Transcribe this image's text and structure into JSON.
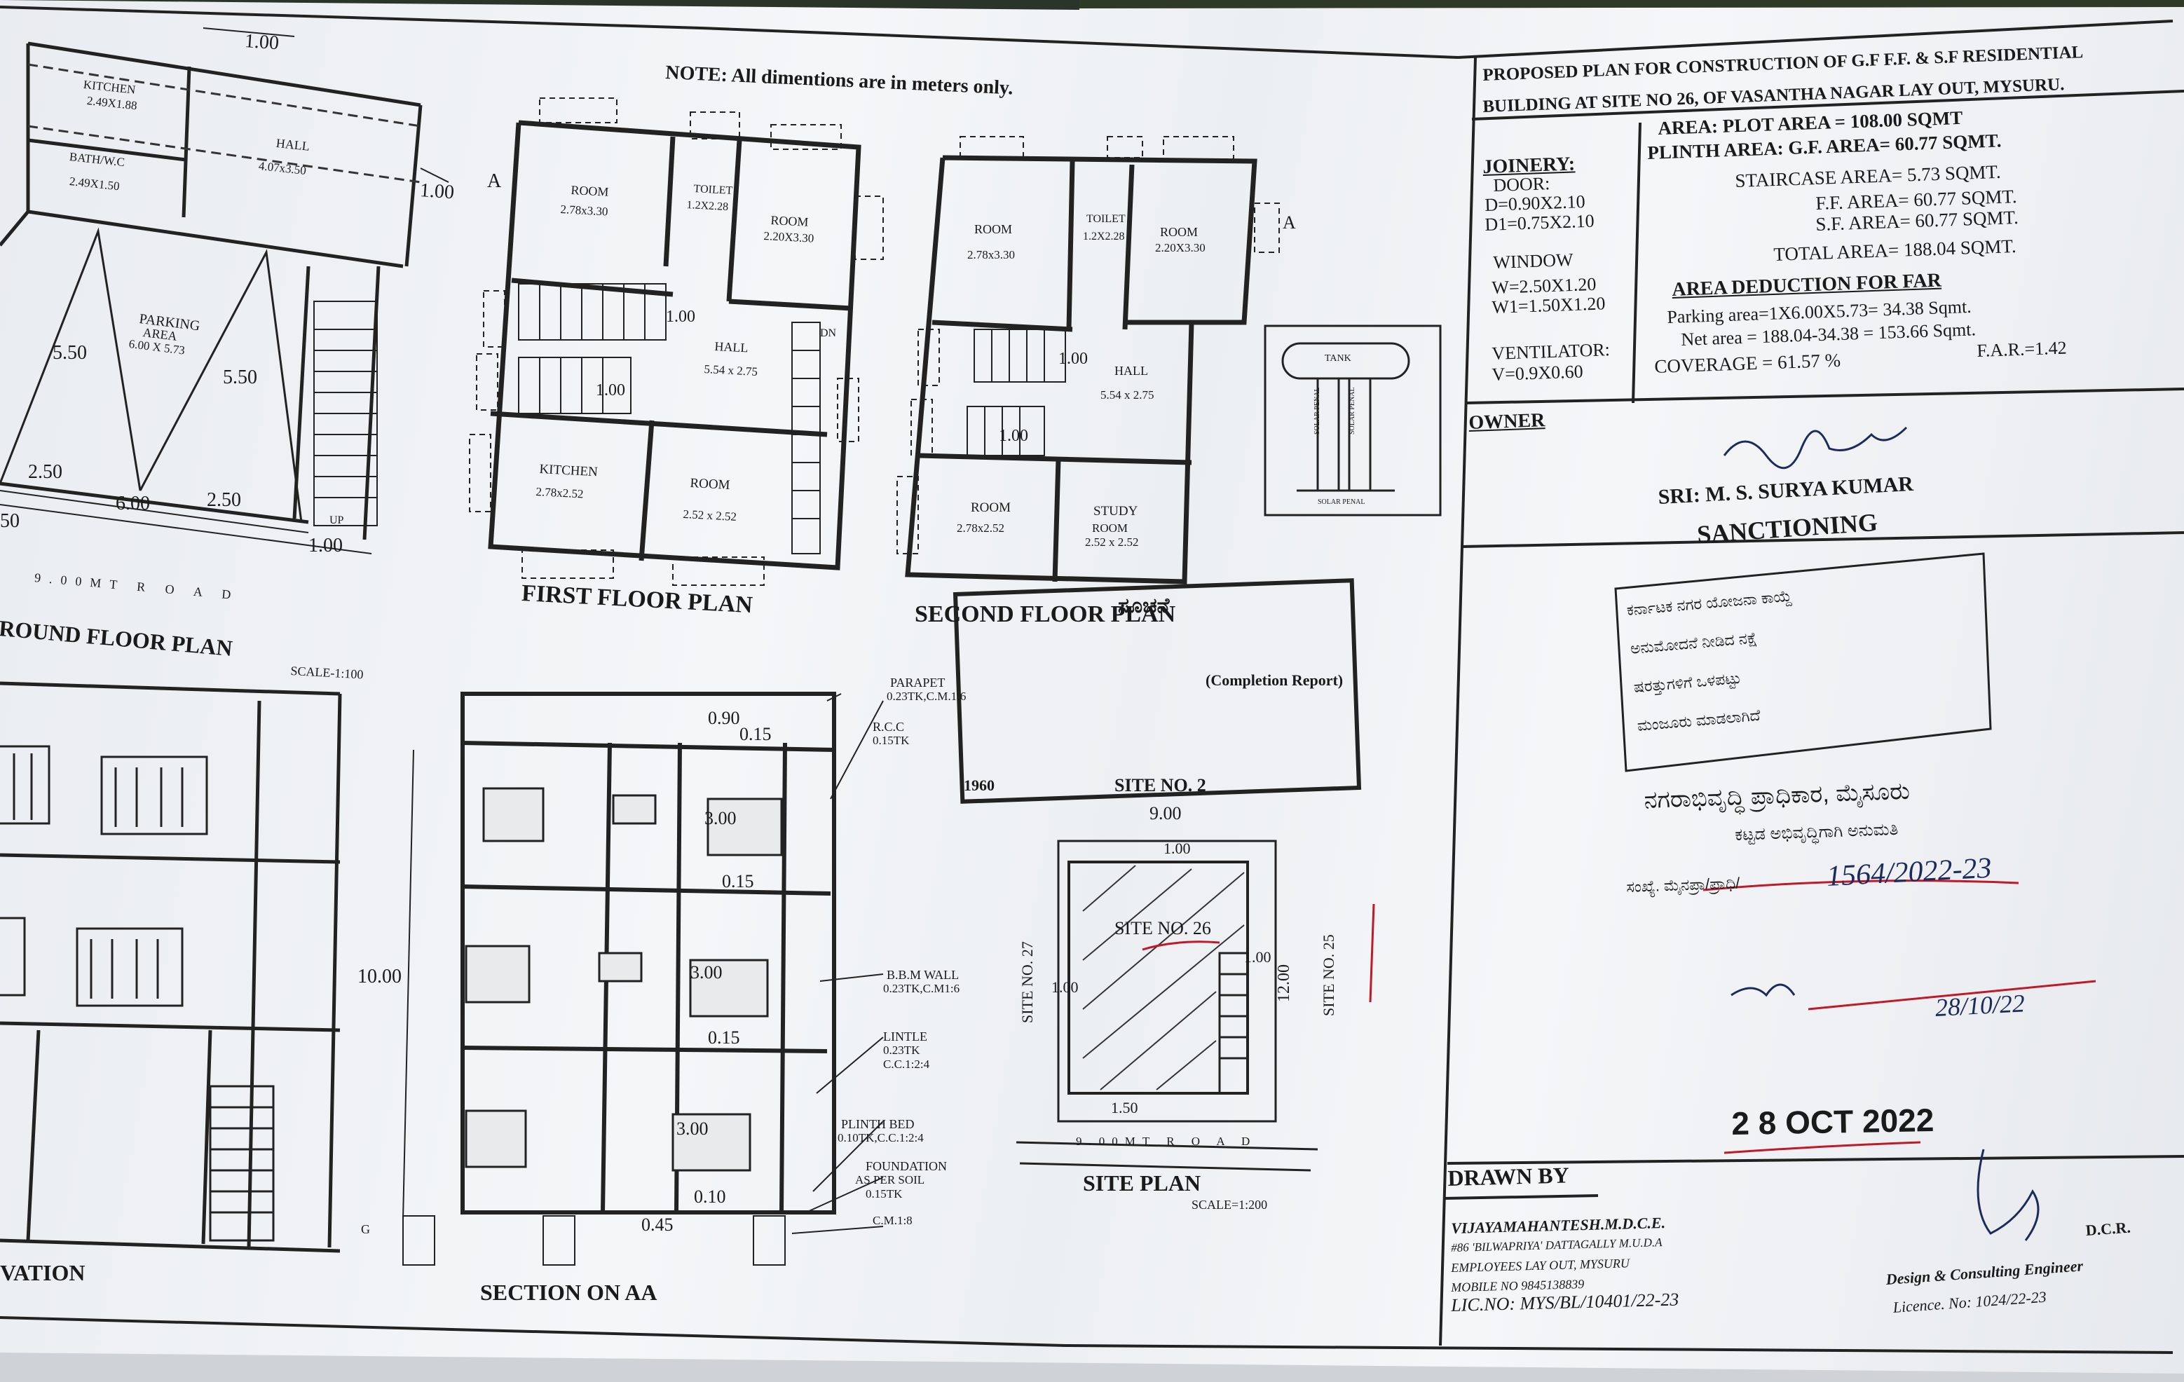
{
  "note": "NOTE: All dimentions are in meters only.",
  "title_block": {
    "title_line1": "PROPOSED PLAN FOR CONSTRUCTION OF G.F F.F. & S.F RESIDENTIAL",
    "title_line2": "BUILDING AT SITE NO 26, OF VASANTHA NAGAR LAY OUT, MYSURU.",
    "joinery_heading": "JOINERY:",
    "door_heading": "DOOR:",
    "door_d": "D=0.90X2.10",
    "door_d1": "D1=0.75X2.10",
    "window_heading": "WINDOW",
    "window_w": "W=2.50X1.20",
    "window_w1": "W1=1.50X1.20",
    "ventilator_heading": "VENTILATOR:",
    "ventilator_v": "V=0.9X0.60",
    "area_line": "AREA: PLOT AREA = 108.00 SQMT",
    "plinth_area": "PLINTH AREA: G.F. AREA= 60.77 SQMT.",
    "staircase_area": "STAIRCASE AREA= 5.73 SQMT.",
    "ff_area": "F.F. AREA= 60.77 SQMT.",
    "sf_area": "S.F. AREA= 60.77 SQMT.",
    "total_area": "TOTAL AREA= 188.04 SQMT.",
    "deduction_heading": "AREA DEDUCTION FOR FAR",
    "parking_area": "Parking area=1X6.00X5.73= 34.38 Sqmt.",
    "net_area": "Net area = 188.04-34.38 = 153.66 Sqmt.",
    "coverage": "COVERAGE = 61.57 %",
    "far": "F.A.R.=1.42",
    "owner_heading": "OWNER",
    "owner_name": "SRI: M. S. SURYA KUMAR",
    "sanctioning_heading": "SANCTIONING",
    "authority_kn": "ನಗರಾಭಿವೃದ್ಧಿ ಪ್ರಾಧಿಕಾರ, ಮೈಸೂರು",
    "permission_kn": "ಕಟ್ಟಡ ಅಭಿವೃದ್ಧಿಗಾಗಿ ಅನುಮತಿ",
    "sanction_no": "1564/2022-23",
    "sanction_no_prefix": "ಸಂಖ್ಯೆ. ಮೈನಪ್ರಾ/ಪ್ರಾಧಿ/",
    "signature_date": "28/10/22",
    "date_stamp": "2 8 OCT 2022",
    "drawn_by_heading": "DRAWN BY",
    "architect_name": "VIJAYAMAHANTESH.M.D.C.E.",
    "architect_addr1": "#86 'BILWAPRIYA' DATTAGALLY M.U.D.A",
    "architect_addr2": "EMPLOYEES LAY OUT, MYSURU",
    "architect_mobile": "MOBILE NO 9845138839",
    "licence_no": "LIC.NO: MYS/BL/10401/22-23",
    "consultant_line1": "Design & Consulting Engineer",
    "consultant_line2": "D.C.R.",
    "consultant_licence": "Licence. No: 1024/22-23"
  },
  "ground_floor": {
    "label": "ROUND FLOOR PLAN",
    "scale": "SCALE-1:100",
    "kitchen": "KITCHEN",
    "kitchen_dim": "2.49X1.88",
    "bath": "BATH/W.C",
    "bath_dim": "2.49X1.50",
    "hall": "HALL",
    "hall_dim": "4.07x3.50",
    "parking": "PARKING",
    "parking_area": "AREA",
    "parking_dim": "6.00 X 5.73",
    "dim_100_top": "1.00",
    "dim_100_side": "1.00",
    "dim_550_left": "5.50",
    "dim_550_right": "5.50",
    "dim_250_left": "2.50",
    "dim_250_right": "2.50",
    "dim_600": "6.00",
    "dim_50": "50",
    "dim_100_bottom": "1.00",
    "road": "9.00MT R O A D",
    "up": "UP"
  },
  "first_floor": {
    "label": "FIRST FLOOR PLAN",
    "room1": "ROOM",
    "room1_dim": "2.78x3.30",
    "toilet": "TOILET",
    "toilet_dim": "1.2X2.28",
    "room2": "ROOM",
    "room2_dim": "2.20X3.30",
    "hall": "HALL",
    "hall_dim": "5.54 x 2.75",
    "kitchen": "KITCHEN",
    "kitchen_dim": "2.78x2.52",
    "room3": "ROOM",
    "room3_dim": "2.52 x 2.52",
    "dim_100a": "1.00",
    "dim_100b": "1.00",
    "dn": "DN",
    "a": "A"
  },
  "second_floor": {
    "label": "SECOND FLOOR PLAN",
    "room1": "ROOM",
    "room1_dim": "2.78x3.30",
    "toilet": "TOILET",
    "toilet_dim": "1.2X2.28",
    "room2": "ROOM",
    "room2_dim": "2.20X3.30",
    "hall": "HALL",
    "hall_dim": "5.54 x 2.75",
    "room3": "ROOM",
    "room3_dim": "2.78x2.52",
    "study": "STUDY",
    "study_room": "ROOM",
    "study_dim": "2.52 x 2.52",
    "dim_100a": "1.00",
    "dim_100b": "1.00",
    "a": "A"
  },
  "tank": {
    "tank": "TANK",
    "solar_left": "SOLAR PENAL",
    "solar_right": "SOLAR PENAL",
    "solar_bottom": "SOLAR PENAL"
  },
  "section": {
    "label": "SECTION ON AA",
    "parapet": "PARAPET",
    "parapet_spec": "0.23TK,C.M.1:6",
    "rcc": "R.C.C",
    "rcc_spec": "0.15TK",
    "bbm_wall": "B.B.M WALL",
    "bbm_spec": "0.23TK,C.M1:6",
    "lintel": "LINTLE",
    "lintel_spec1": "0.23TK",
    "lintel_spec2": "C.C.1:2:4",
    "plinth_bed": "PLINTH BED",
    "plinth_spec": "0.10TK,C.C.1:2:4",
    "foundation": "FOUNDATION",
    "foundation_spec1": "AS PER SOIL",
    "foundation_spec2": "0.15TK",
    "foundation_spec3": "C.M.1:8",
    "dim_090": "0.90",
    "dim_015a": "0.15",
    "dim_015b": "0.15",
    "dim_015c": "0.15",
    "dim_300a": "3.00",
    "dim_300b": "3.00",
    "dim_300c": "3.00",
    "dim_010": "0.10",
    "dim_045": "0.45",
    "dim_1000": "10.00",
    "g": "G"
  },
  "site_plan": {
    "label": "SITE PLAN",
    "scale": "SCALE=1:200",
    "site26": "SITE NO. 26",
    "site27": "SITE NO. 27",
    "site25": "SITE NO. 25",
    "dim_900": "9.00",
    "dim_100top": "1.00",
    "dim_100left": "1.00",
    "dim_100right": "1.00",
    "dim_1200": "12.00",
    "dim_150": "1.50",
    "road": "9.00MT R O A D"
  },
  "elevation": {
    "label": "VATION"
  },
  "completion_stamp": {
    "heading": "ಸೂಚನೆ",
    "line_completion": "(Completion Report)",
    "site_no": "SITE NO. 2",
    "year": "1960"
  },
  "sanction_box_kn": [
    "ಕರ್ನಾಟಕ ನಗರ ಯೋಜನಾ ಕಾಯ್ದೆ",
    "ಅನುಮೋದನೆ ನೀಡಿದ ನಕ್ಷೆ",
    "ಷರತ್ತುಗಳಿಗೆ ಒಳಪಟ್ಟು",
    "ಮಂಜೂರು ಮಾಡಲಾಗಿದೆ"
  ]
}
